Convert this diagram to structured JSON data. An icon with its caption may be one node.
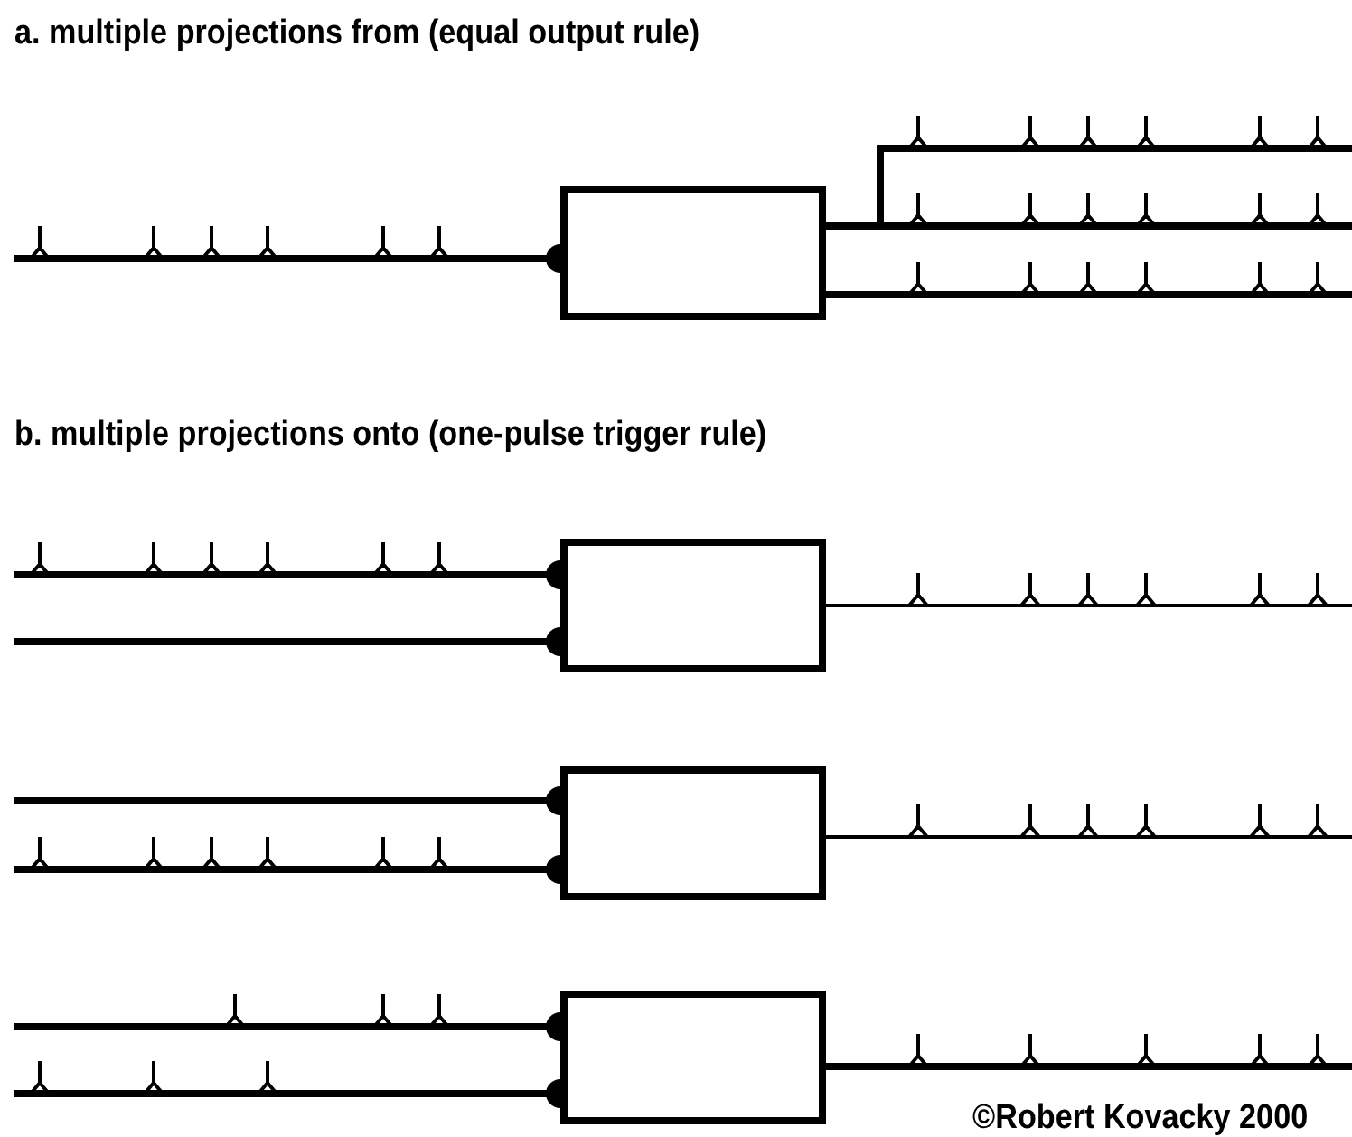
{
  "diagram": {
    "nodes": [
      {
        "text": [],
        "shape": "box"
      },
      {
        "text": [],
        "shape": "box"
      },
      {
        "text": [],
        "shape": "box"
      },
      {
        "text": [],
        "shape": "box"
      }
    ],
    "edges": [
      {
        "from": null,
        "to": 0,
        "arrow": "other"
      },
      {
        "from": 0,
        "to": null,
        "arrow": "none"
      },
      {
        "from": 0,
        "to": null,
        "arrow": "none"
      },
      {
        "from": 0,
        "to": null,
        "arrow": "none"
      },
      {
        "from": null,
        "to": 1,
        "arrow": "other"
      },
      {
        "from": null,
        "to": 1,
        "arrow": "other"
      },
      {
        "from": 1,
        "to": null,
        "arrow": "none"
      },
      {
        "from": null,
        "to": 2,
        "arrow": "other"
      },
      {
        "from": null,
        "to": 2,
        "arrow": "other"
      },
      {
        "from": 2,
        "to": null,
        "arrow": "none"
      },
      {
        "from": null,
        "to": 3,
        "arrow": "other"
      },
      {
        "from": null,
        "to": 3,
        "arrow": "other"
      },
      {
        "from": 3,
        "to": null,
        "arrow": "none"
      }
    ],
    "labels": [
      "a.  multiple projections from (equal output rule)",
      "b.  multiple projections onto (one-pulse trigger rule)",
      "©Robert Kovacky 2000"
    ]
  }
}
